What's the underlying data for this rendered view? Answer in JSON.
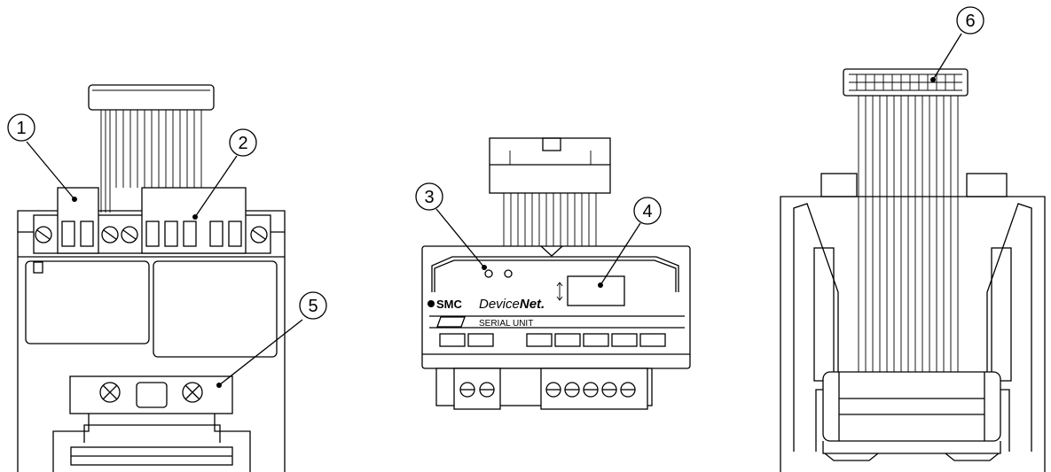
{
  "callouts": [
    "1",
    "2",
    "3",
    "4",
    "5",
    "6"
  ],
  "unit_labels": {
    "brand": "SMC",
    "network_prefix": "Device",
    "network_suffix": "Net.",
    "unit_name": "SERIAL UNIT"
  },
  "colors": {
    "line": "#000000",
    "background": "#ffffff"
  }
}
